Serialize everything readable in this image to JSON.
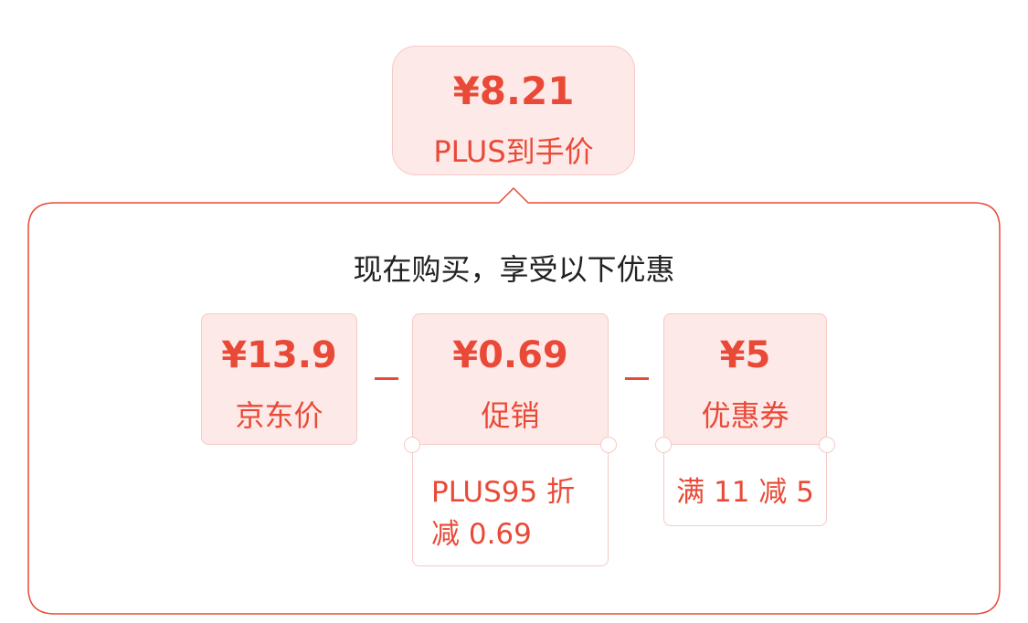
{
  "top": {
    "price": "¥8.21",
    "label": "PLUS到手价"
  },
  "headline": "现在购买，享受以下优惠",
  "cards": [
    {
      "price": "¥13.9",
      "label": "京东价"
    },
    {
      "price": "¥0.69",
      "label": "促销",
      "detail_lines": [
        "PLUS95 折",
        "减 0.69"
      ]
    },
    {
      "price": "¥5",
      "label": "优惠券",
      "detail_lines": [
        "满 11 减 5"
      ]
    }
  ],
  "colors": {
    "accent": "#e94a37",
    "soft_bg": "#fde9e8",
    "soft_border": "#f6c9c5",
    "text": "#222222"
  },
  "operators": [
    "minus-icon",
    "minus-icon"
  ]
}
